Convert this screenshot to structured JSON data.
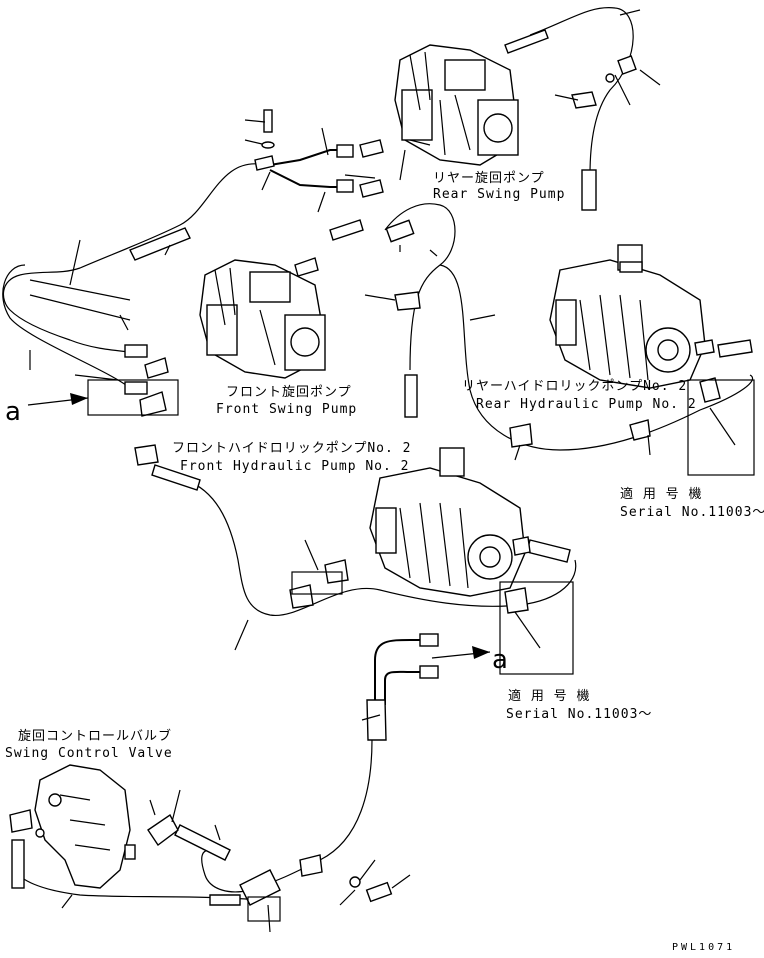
{
  "labels": {
    "rear_swing_jp": "リヤー旋回ポンプ",
    "rear_swing_en": "Rear Swing Pump",
    "front_swing_jp": "フロント旋回ポンプ",
    "front_swing_en": "Front Swing Pump",
    "rear_hyd_jp": "リヤーハイドロリックポンプNo. 2",
    "rear_hyd_en": "Rear Hydraulic Pump No. 2",
    "front_hyd_jp": "フロントハイドロリックポンプNo. 2",
    "front_hyd_en": "Front Hydraulic Pump No. 2",
    "applicable_1": "適 用 号 機",
    "serial_1": "Serial No.11003〜",
    "applicable_2": "適 用 号 機",
    "serial_2": "Serial No.11003〜",
    "swing_valve_jp": "旋回コントロールバルブ",
    "swing_valve_en": "Swing Control Valve",
    "ref_a_left": "a",
    "ref_a_right": "a",
    "drawing_code": "PWL1071"
  }
}
